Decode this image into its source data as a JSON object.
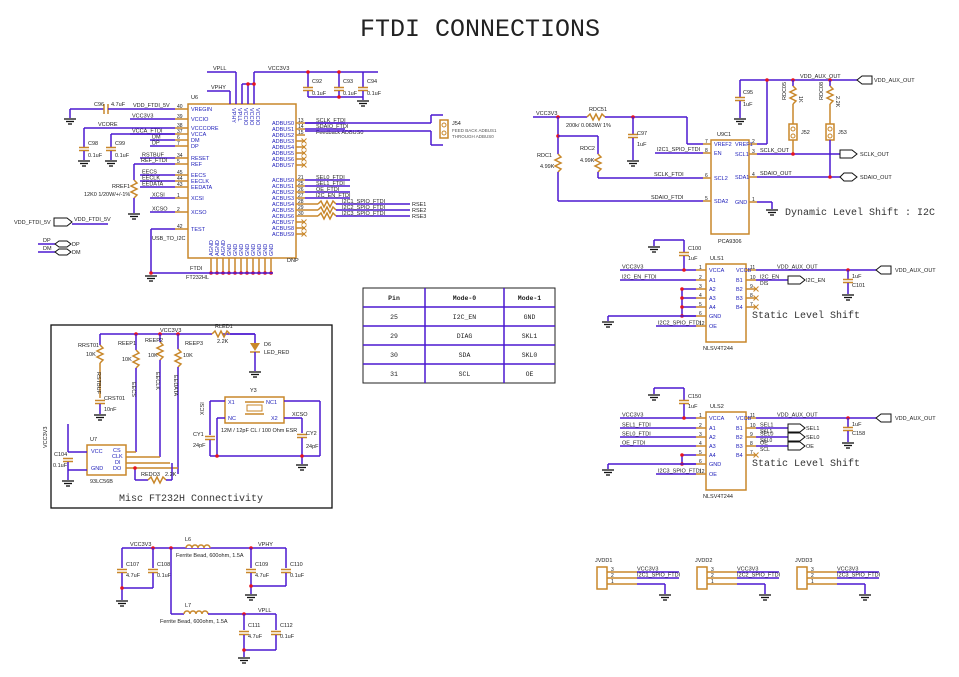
{
  "title": "FTDI CONNECTIONS",
  "ftdi_chip": {
    "refdes": "U6",
    "part": "FT232HL",
    "value": "FTDI",
    "dnp": "DNP",
    "left_pins": [
      {
        "num": "40",
        "name": "VREGIN",
        "net": "VDD_FTDI_5V"
      },
      {
        "num": "39",
        "name": "VCCIO",
        "net": "VCC3V3"
      },
      {
        "num": "38",
        "name": "VCCCORE",
        "net": "VCORE"
      },
      {
        "num": "37",
        "name": "VCCA",
        "net": "VCCA_FTDI"
      },
      {
        "num": "6",
        "name": "DM",
        "net": "DM"
      },
      {
        "num": "7",
        "name": "DP",
        "net": "DP"
      },
      {
        "num": "34",
        "name": "RESET",
        "net": "RSTBUF"
      },
      {
        "num": "5",
        "name": "REF",
        "net": "REF_FTDI"
      },
      {
        "num": "45",
        "name": "EECS",
        "net": "EECS"
      },
      {
        "num": "44",
        "name": "EECLK",
        "net": "EECLK"
      },
      {
        "num": "43",
        "name": "EEDATA",
        "net": "EEDATA"
      },
      {
        "num": "1",
        "name": "XCSI",
        "net": "XCSI"
      },
      {
        "num": "2",
        "name": "XCSO",
        "net": "XCSO"
      },
      {
        "num": "42",
        "name": "TEST",
        "net": "USB_TO_I2C"
      }
    ],
    "top_pins": [
      "VPHY",
      "VPLL",
      "VCCIO",
      "VCCIO",
      "VCCIO"
    ],
    "top_nets": {
      "vpll": "VPLL",
      "vphy": "VPHY",
      "vcc": "VCC3V3"
    },
    "adbus": [
      "ADBUS0",
      "ADBUS1",
      "ADBUS2",
      "ADBUS3",
      "ADBUS4",
      "ADBUS5",
      "ADBUS6",
      "ADBUS7"
    ],
    "adbus_nets": [
      {
        "num": "13",
        "net": "SCLK_FTDI"
      },
      {
        "num": "14",
        "net": "SDAIO_FTDI"
      },
      {
        "num": "15",
        "net": "Feedback ADBUS0"
      }
    ],
    "acbus": [
      "ACBUS0",
      "ACBUS1",
      "ACBUS2",
      "ACBUS3",
      "ACBUS4",
      "ACBUS5",
      "ACBUS6",
      "ACBUS7",
      "ACBUS8",
      "ACBUS9"
    ],
    "acbus_nets": [
      {
        "num": "21",
        "net": "SEL0_FTDI"
      },
      {
        "num": "25",
        "net": "SEL1_FTDI"
      },
      {
        "num": "26",
        "net": "OE_FTDI"
      },
      {
        "num": "27",
        "net": "I2C_EN_FTDI"
      },
      {
        "num": "28",
        "net": "I2C1_SPIO_FTDI"
      },
      {
        "num": "29",
        "net": "I2C2_SPIO_FTDI"
      },
      {
        "num": "30",
        "net": "I2C3_SPIO_FTDI"
      }
    ],
    "series_resistors": [
      "RSE1",
      "RSE2",
      "RSE3"
    ],
    "bottom_pins": [
      "AGND",
      "AGND",
      "AGND",
      "GND",
      "GND",
      "GND",
      "GND",
      "GND",
      "GND",
      "GND",
      "GND"
    ]
  },
  "decoupling": {
    "c96": {
      "ref": "C96",
      "value": "4.7uF"
    },
    "c98": {
      "ref": "C98",
      "value": "0.1uF"
    },
    "c99": {
      "ref": "C99",
      "value": "0.1uF"
    },
    "c92": {
      "ref": "C92",
      "value": "0.1uF"
    },
    "c93": {
      "ref": "C93",
      "value": "0.1uF"
    },
    "c94": {
      "ref": "C94",
      "value": "0.1uF"
    },
    "rref": {
      "ref": "RREF1",
      "value": "12K0 1/20W/+/-1%"
    }
  },
  "ports": {
    "vdd_ftdi_5v_label": "VDD_FTDI_5V",
    "vdd_ftdi_5v_net": "VDD_FTDI_5V",
    "dp_in": "DP",
    "dp_out": "DP",
    "dm_in": "DM",
    "dm_out": "DM"
  },
  "jumper_j54": {
    "ref": "J54",
    "desc1": "FEED BACK ADBUS1",
    "desc2": "THROUGH ADBUS0"
  },
  "dynamic_shift": {
    "refdes": "U9C1",
    "part": "PCA9306",
    "caption": "Dynamic Level Shift : I2C",
    "vcc_net": "VCC3V3",
    "aux_net": "VDD_AUX_OUT",
    "aux_port": "VDD_AUX_OUT",
    "pins": [
      {
        "num": "7",
        "name": "VREF2"
      },
      {
        "num": "2",
        "name": "VREF1"
      },
      {
        "num": "8",
        "name": "EN"
      },
      {
        "num": "3",
        "name": "SCL1"
      },
      {
        "num": "6",
        "name": "SCL2"
      },
      {
        "num": "4",
        "name": "SDA1"
      },
      {
        "num": "5",
        "name": "SDA2"
      },
      {
        "num": "1",
        "name": "GND"
      }
    ],
    "en_net": "I2C1_SPIO_FTDI",
    "scl_in": "SCLK_FTDI",
    "sda_in": "SDAIO_FTDI",
    "scl_out": "SCLK_OUT",
    "sda_out": "SDAIO_OUT",
    "scl_port": "SCLK_OUT",
    "sda_port": "SDAIO_OUT",
    "r1": {
      "ref": "RDC51",
      "value": "200k/ 0.063W/ 1%"
    },
    "r2": {
      "ref": "RDC1",
      "value": "4.99K"
    },
    "r3": {
      "ref": "RDC2",
      "value": "4.99K"
    },
    "r4": {
      "ref": "RDC05",
      "value": "1K"
    },
    "r5": {
      "ref": "RDC08",
      "value": "2.2K"
    },
    "c95": {
      "ref": "C95",
      "value": "1uF"
    },
    "c97": {
      "ref": "C97",
      "value": "1uF"
    },
    "j52": "J52",
    "j53": "J53"
  },
  "static_shift_1": {
    "refdes": "ULS1",
    "part": "NLSV4T244",
    "caption": "Static Level Shift",
    "vcc_net": "VCC3V3",
    "aux_net": "VDD_AUX_OUT",
    "aux_port": "VDD_AUX_OUT",
    "c_top": {
      "ref": "C100",
      "value": "1uF"
    },
    "c_out": {
      "ref": "C101",
      "value": "1uF"
    },
    "left_pins": [
      {
        "num": "1",
        "name": "VCCA"
      },
      {
        "num": "2",
        "name": "A1"
      },
      {
        "num": "3",
        "name": "A2"
      },
      {
        "num": "4",
        "name": "A3"
      },
      {
        "num": "5",
        "name": "A4"
      },
      {
        "num": "6",
        "name": "GND"
      },
      {
        "num": "12",
        "name": "OE"
      }
    ],
    "right_pins": [
      {
        "num": "11",
        "name": "VCCB"
      },
      {
        "num": "10",
        "name": "B1"
      },
      {
        "num": "9",
        "name": "B2"
      },
      {
        "num": "8",
        "name": "B3"
      },
      {
        "num": "7",
        "name": "B4"
      }
    ],
    "in_nets": [
      "I2C_EN_FTDI"
    ],
    "oe_net": "I2C2_SPIO_FTDI",
    "out_nets": [
      "I2C_EN"
    ],
    "out_sub": [
      "DIS"
    ],
    "ports": [
      "I2C_EN"
    ]
  },
  "static_shift_2": {
    "refdes": "ULS2",
    "part": "NLSV4T244",
    "caption": "Static Level Shift",
    "vcc_net": "VCC3V3",
    "aux_net": "VDD_AUX_OUT",
    "aux_port": "VDD_AUX_OUT",
    "c_top": {
      "ref": "C150",
      "value": "1uF"
    },
    "c_out": {
      "ref": "C158",
      "value": "1uF"
    },
    "left_pins": [
      {
        "num": "1",
        "name": "VCCA"
      },
      {
        "num": "2",
        "name": "A1"
      },
      {
        "num": "3",
        "name": "A2"
      },
      {
        "num": "4",
        "name": "A3"
      },
      {
        "num": "5",
        "name": "A4"
      },
      {
        "num": "6",
        "name": "GND"
      },
      {
        "num": "12",
        "name": "OE"
      }
    ],
    "right_pins": [
      {
        "num": "11",
        "name": "VCCB"
      },
      {
        "num": "10",
        "name": "B1"
      },
      {
        "num": "9",
        "name": "B2"
      },
      {
        "num": "8",
        "name": "B3"
      },
      {
        "num": "7",
        "name": "B4"
      }
    ],
    "in_nets": [
      "SEL1_FTDI",
      "SEL0_FTDI",
      "OE_FTDI"
    ],
    "oe_net": "I2C3_SPIO_FTDI",
    "out_nets": [
      "SEL1",
      "SEL0",
      "OE"
    ],
    "out_sub": [
      "SKL1",
      "SKL0",
      "SCL"
    ],
    "ports": [
      "SEL1",
      "SEL0",
      "OE"
    ]
  },
  "mode_table": {
    "headers": [
      "Pin",
      "Mode-0",
      "Mode-1"
    ],
    "rows": [
      [
        "25",
        "I2C_EN",
        "GND"
      ],
      [
        "29",
        "DIAG",
        "SKL1"
      ],
      [
        "30",
        "SDA",
        "SKL0"
      ],
      [
        "31",
        "SCL",
        "OE"
      ]
    ]
  },
  "misc": {
    "caption": "Misc FT232H Connectivity",
    "vcc_net": "VCC3V3",
    "rrst": {
      "ref": "RRST01",
      "value": "10K"
    },
    "rrst_net": "RSTBUF",
    "crst": {
      "ref": "CRST01",
      "value": "10nF"
    },
    "reep1": {
      "ref": "REEP1",
      "value": "10K"
    },
    "reep2": {
      "ref": "REEP2",
      "value": "10K"
    },
    "reep3": {
      "ref": "REEP3",
      "value": "10K"
    },
    "reep_nets": [
      "EECS",
      "EECLK",
      "EEDATA"
    ],
    "rled": {
      "ref": "RLED1",
      "value": "2.2K"
    },
    "led": {
      "ref": "D6",
      "value": "LED_RED"
    },
    "eeprom": {
      "ref": "U7",
      "part": "93LC56B"
    },
    "eeprom_pins": [
      {
        "num": "8",
        "name": "VCC"
      },
      {
        "num": "5",
        "name": "GND"
      },
      {
        "num": "1",
        "name": "CS"
      },
      {
        "num": "2",
        "name": "CLK"
      },
      {
        "num": "3",
        "name": "DI"
      },
      {
        "num": "4",
        "name": "DO"
      }
    ],
    "eeprom_pin_nums_left": [
      "8",
      "5"
    ],
    "eeprom_pin_nums_right": [
      "1",
      "2",
      "3",
      "4"
    ],
    "c104": {
      "ref": "C104",
      "value": "0.1uF"
    },
    "vcc_side_net": "VCC3V3",
    "rdo": {
      "ref": "REDO3",
      "value": "2.2K"
    },
    "xtal": {
      "ref": "Y3",
      "value": "12M / 12pF CL / 100 Ohm ESR"
    },
    "xtal_pins": [
      {
        "num": "1",
        "name": "X1"
      },
      {
        "num": "2",
        "name": "NC1"
      },
      {
        "num": "4",
        "name": "NC"
      },
      {
        "num": "3",
        "name": "X2"
      }
    ],
    "cy1": {
      "ref": "CY1",
      "value": "24pF"
    },
    "cy2": {
      "ref": "CY2",
      "value": "24pF"
    },
    "xcsi": "XCSI",
    "xcso": "XCSO"
  },
  "power_filter": {
    "vcc_net": "VCC3V3",
    "l6": {
      "ref": "L6",
      "value": "Ferrite Bead, 600ohm, 1.5A"
    },
    "l7": {
      "ref": "L7",
      "value": "Ferrite Bead, 600ohm, 1.5A"
    },
    "vphy": "VPHY",
    "vpll": "VPLL",
    "c107": {
      "ref": "C107",
      "value": "4.7uF"
    },
    "c108": {
      "ref": "C108",
      "value": "0.1uF"
    },
    "c109": {
      "ref": "C109",
      "value": "4.7uF"
    },
    "c110": {
      "ref": "C110",
      "value": "0.1uF"
    },
    "c111": {
      "ref": "C111",
      "value": "4.7uF"
    },
    "c112": {
      "ref": "C112",
      "value": "0.1uF"
    }
  },
  "headers": [
    {
      "ref": "JVDD1",
      "pins": [
        "3",
        "2",
        "1"
      ],
      "vcc": "VCC3V3",
      "sig": "I2C1_SPIO_FTDI"
    },
    {
      "ref": "JVDD2",
      "pins": [
        "3",
        "2",
        "1"
      ],
      "vcc": "VCC3V3",
      "sig": "I2C2_SPIO_FTDI"
    },
    {
      "ref": "JVDD3",
      "pins": [
        "3",
        "2",
        "1"
      ],
      "vcc": "VCC3V3",
      "sig": "I2C3_SPIO_FTDI"
    }
  ]
}
